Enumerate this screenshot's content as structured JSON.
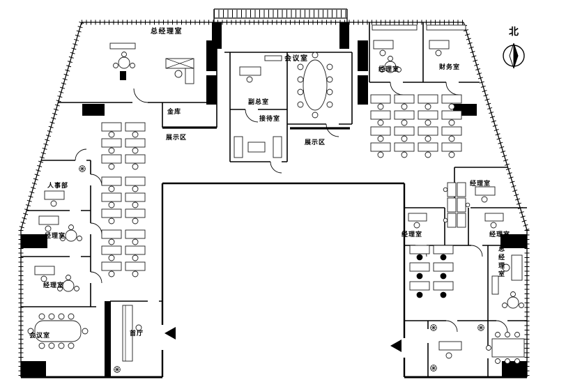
{
  "compass": {
    "label": "北"
  },
  "rooms": {
    "gm_office_top_left": "总经理室",
    "meeting_room_top": "会议室",
    "manager_office_top_right": "经理室",
    "finance_office": "财务室",
    "vault": "金库",
    "deputy_gm_office": "副总室",
    "reception_room": "接待室",
    "display_area_left": "展示区",
    "display_area_right": "展示区",
    "hr_department": "人事部",
    "manager_office_left_upper": "经理室",
    "manager_office_left_lower": "经理室",
    "meeting_room_bottom_left": "会议室",
    "lobby": "首厅",
    "manager_office_right_upper": "经理室",
    "manager_office_right_mid_left": "经理室",
    "manager_office_right_mid_right": "经理室",
    "gm_office_right": "总经理室"
  }
}
